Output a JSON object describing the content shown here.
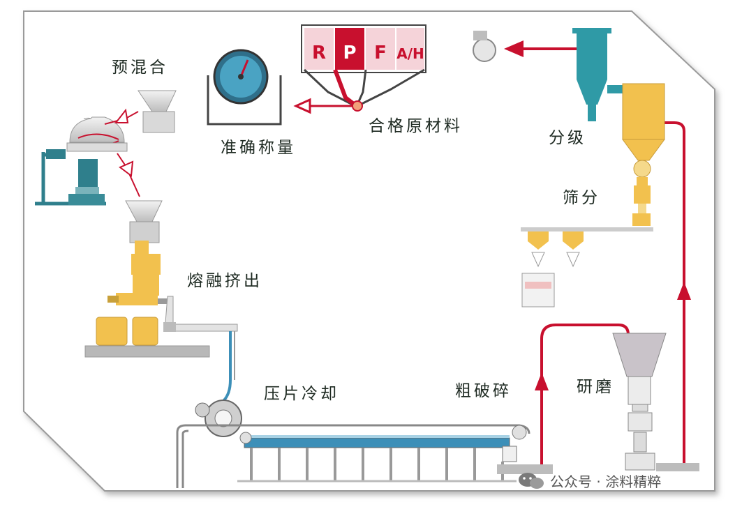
{
  "labels": {
    "premix": "预混合",
    "weigh": "准确称量",
    "raw": "合格原材料",
    "classify": "分级",
    "sieve": "筛分",
    "extrude": "熔融挤出",
    "press": "压片冷却",
    "crush": "粗破碎",
    "grind": "研磨"
  },
  "hopper_letters": [
    "R",
    "P",
    "F",
    "A/H"
  ],
  "watermark": "公众号 · 涂料精粹",
  "colors": {
    "accent_red": "#c8102e",
    "machine_yellow": "#f2c14e",
    "cyclone_teal": "#2f9aa6",
    "belt_blue": "#3c8fb8",
    "gray": "#b9b9b9"
  }
}
